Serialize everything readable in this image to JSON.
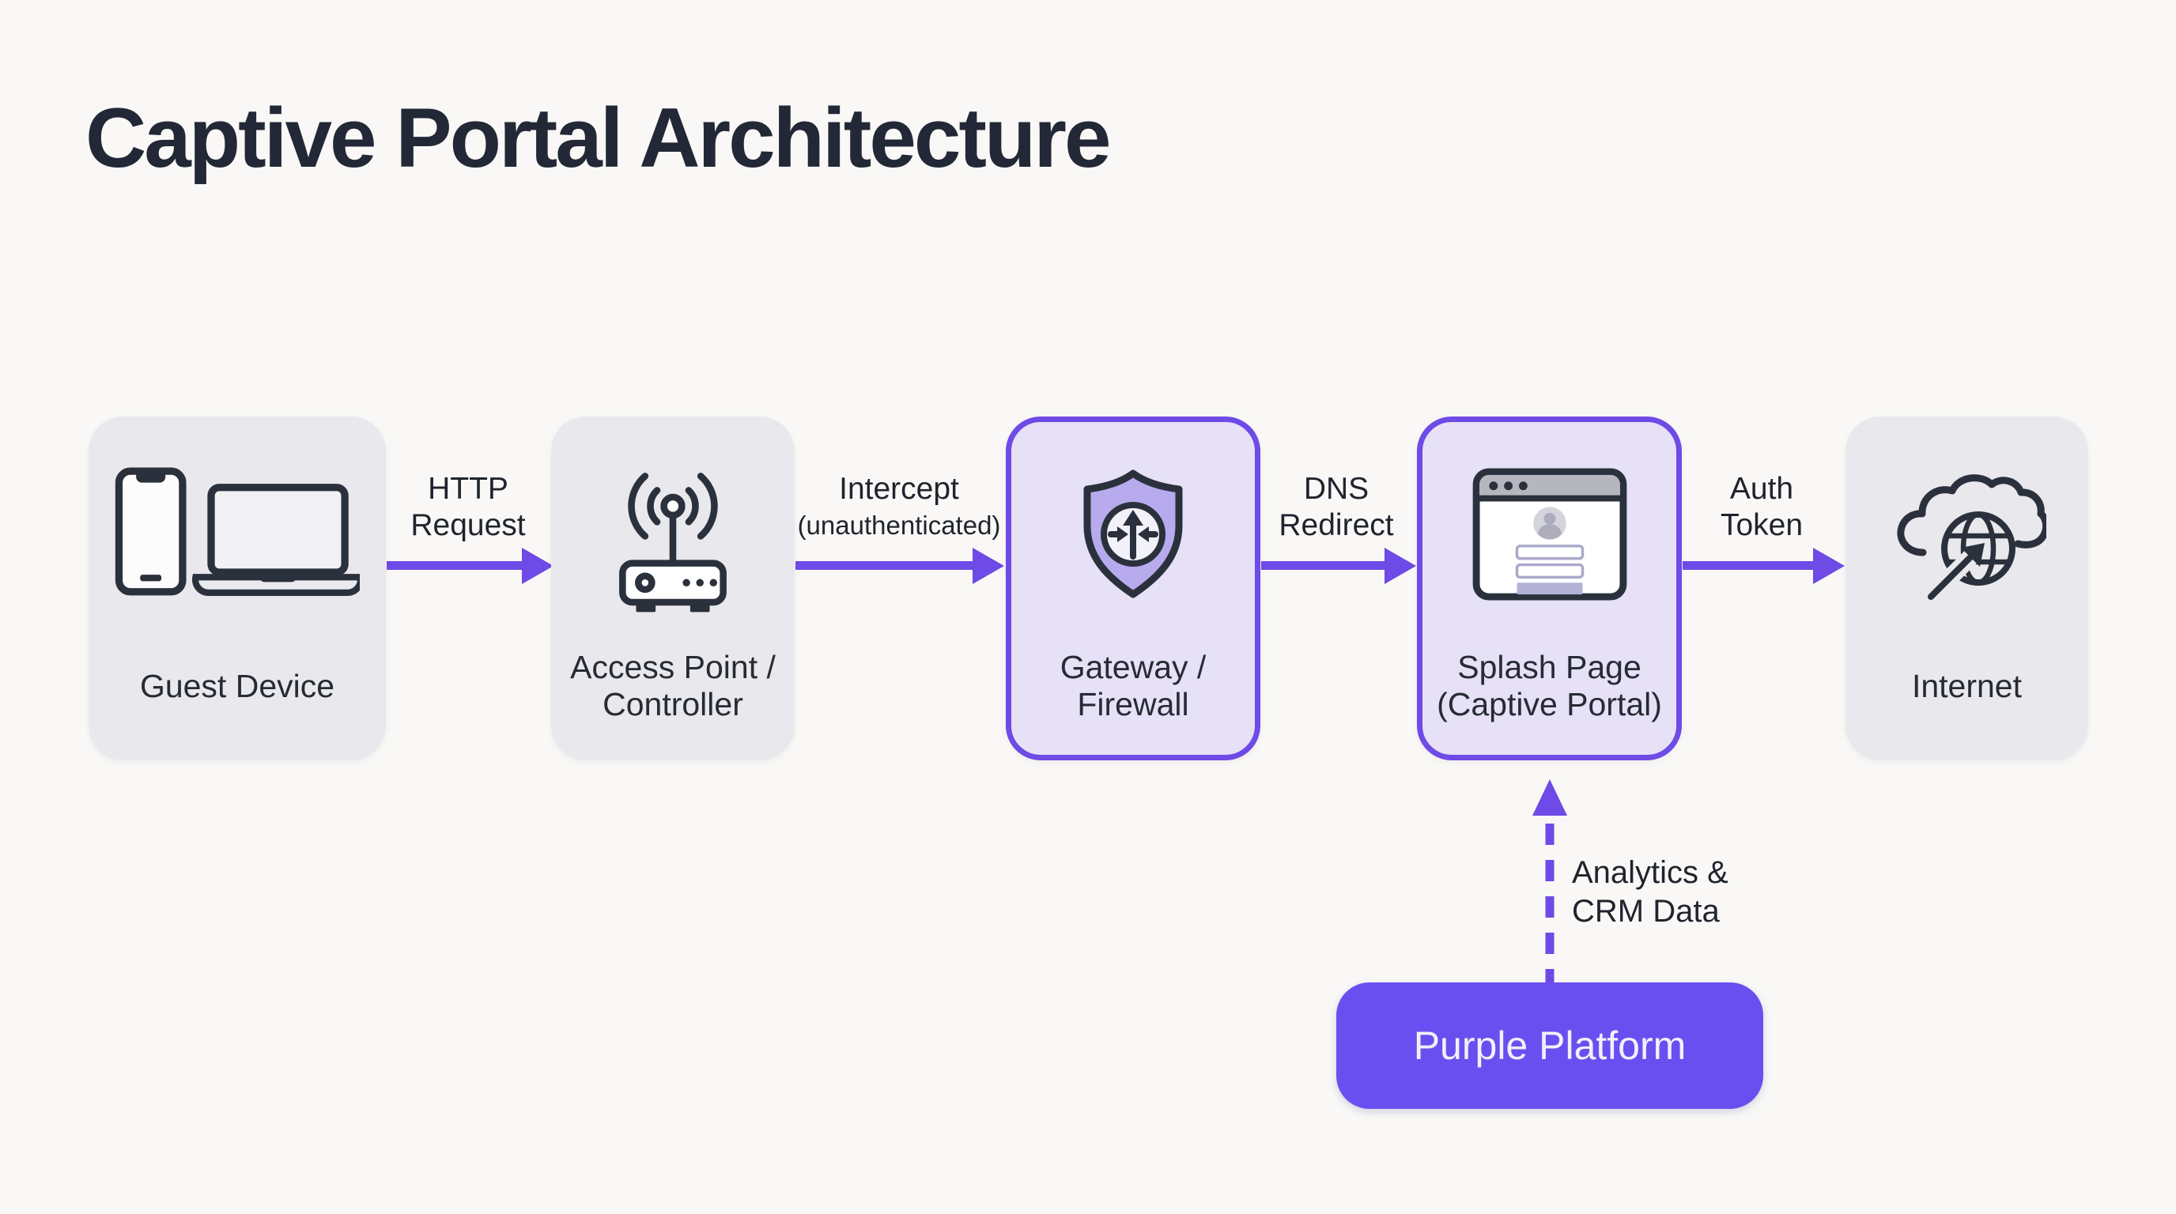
{
  "title": "Captive Portal Architecture",
  "colors": {
    "accent": "#6E4AE6",
    "platform_fill": "#6A4FF0",
    "purple_card_fill": "#E6E1F7",
    "gray_card_fill": "#E9E8EC",
    "background": "#F9F8F6",
    "title_ink": "#222836",
    "label_ink": "#262B34"
  },
  "nodes": [
    {
      "id": "guest",
      "label_lines": [
        "Guest Device",
        ""
      ],
      "icon": "smartphone-laptop-icon",
      "style": "gray"
    },
    {
      "id": "ap",
      "label_lines": [
        "Access Point /",
        "Controller"
      ],
      "icon": "wifi-router-icon",
      "style": "gray"
    },
    {
      "id": "gateway",
      "label_lines": [
        "Gateway /",
        "Firewall"
      ],
      "icon": "shield-traffic-icon",
      "style": "purple-outline"
    },
    {
      "id": "splash",
      "label_lines": [
        "Splash Page",
        "(Captive Portal)"
      ],
      "icon": "browser-login-icon",
      "style": "purple-outline"
    },
    {
      "id": "internet",
      "label_lines": [
        "Internet",
        ""
      ],
      "icon": "cloud-globe-arrow-icon",
      "style": "gray"
    }
  ],
  "flows": [
    {
      "id": "http-request",
      "label_lines": [
        "HTTP",
        "Request"
      ]
    },
    {
      "id": "intercept",
      "label_lines": [
        "Intercept",
        "(unauthenticated)"
      ]
    },
    {
      "id": "dns-redirect",
      "label_lines": [
        "DNS",
        "Redirect"
      ]
    },
    {
      "id": "auth-token",
      "label_lines": [
        "Auth",
        "Token"
      ]
    }
  ],
  "platform": {
    "label": "Purple Platform"
  },
  "feedback_flow": {
    "label_lines": [
      "Analytics &",
      "CRM Data"
    ]
  }
}
